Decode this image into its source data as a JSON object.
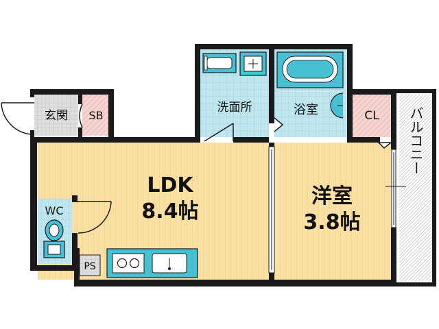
{
  "rooms": {
    "entrance": "玄関",
    "shoe_box": "SB",
    "washroom": "洗面所",
    "bathroom": "浴室",
    "closet": "CL",
    "ldk": {
      "name": "LDK",
      "size": "8.4帖"
    },
    "western": {
      "name": "洋室",
      "size": "3.8帖"
    },
    "toilet": "WC",
    "pipe_space": "PS",
    "balcony": "バルコニー"
  },
  "colors": {
    "wood_floor": "#fbe0a4",
    "wet_area": "#bfe5ee",
    "closet": "#f6d4d2",
    "wall": "#1a1a1a",
    "fixture": "#47c0d4"
  }
}
